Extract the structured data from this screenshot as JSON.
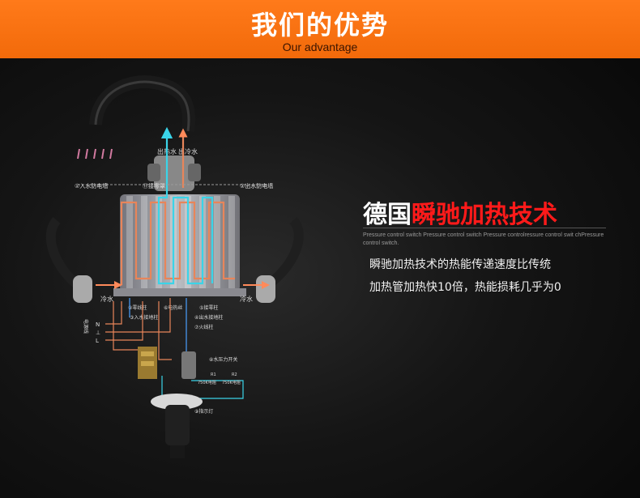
{
  "banner": {
    "title": "我们的优势",
    "subtitle": "Our advantage",
    "color": "#f5700f"
  },
  "diagram": {
    "labels": {
      "hot_out": "出热水",
      "cold_out": "出冷水",
      "inlet_elec": "①入水防电墙",
      "outlet_elec": "②出水防电墙",
      "guard": "⑪接零罩",
      "cold_left": "冷水",
      "cold_right": "冷水",
      "neutral_post": "②零线柱",
      "heater": "⑥电热丝",
      "ground_post": "⑤接零柱",
      "inlet_ground": "③入水接地柱",
      "outlet_ground": "④出水接地柱",
      "live_post": "⑦火线柱",
      "pressure_switch": "⑧水压力开关",
      "indicator": "⑨指示灯",
      "n": "N",
      "l": "L",
      "ground": "⊥",
      "resistor_a": "750K电阻",
      "resistor_b": "750K电阻",
      "r1": "R1",
      "r2": "R2",
      "power_cord": "电源线"
    },
    "colors": {
      "hot": "#e8855a",
      "cold": "#3ad4e8"
    }
  },
  "content": {
    "heading_white": "德国",
    "heading_red": "瞬驰加热技术",
    "english": "Pressure control switch Pressure control switch Pressure controlressure control swit chPressure control switch.",
    "line1": "瞬驰加热技术的热能传递速度比传统",
    "line2": "加热管加热快10倍，热能损耗几乎为0",
    "heading_red_color": "#ff1a1a"
  }
}
